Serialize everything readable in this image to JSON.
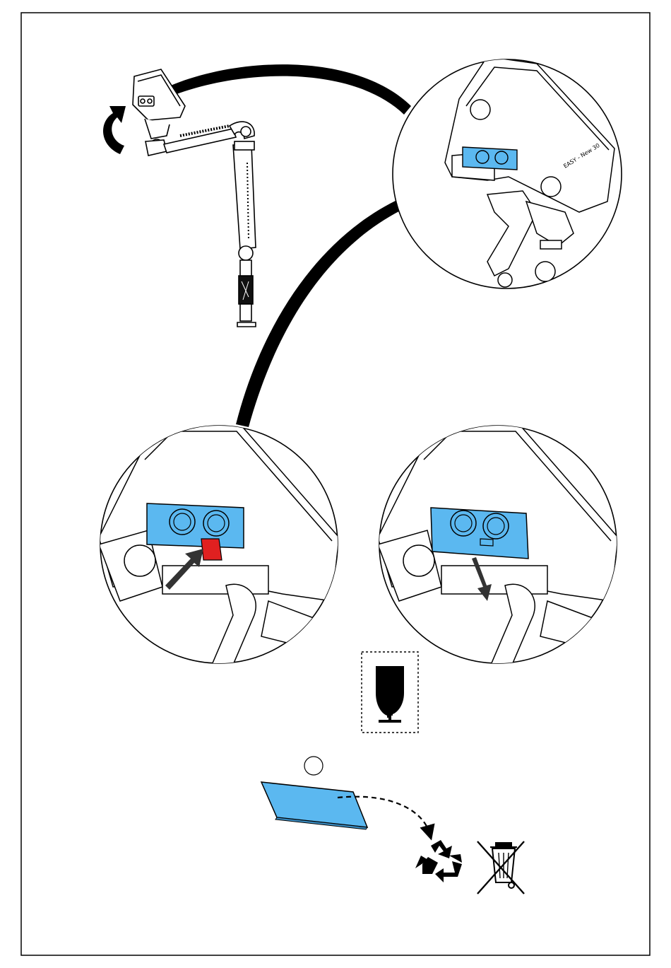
{
  "figure": {
    "panels": [
      {
        "id": "overview",
        "description_word": "lamp-arm"
      },
      {
        "id": "zoom-head"
      },
      {
        "id": "zoom-press-tab"
      },
      {
        "id": "zoom-pull-cover"
      }
    ],
    "device_label": "EASY - New 30",
    "symbols": [
      "rotate-arrow-icon",
      "fragile-glass-icon",
      "recycle-icon",
      "crossed-bin-icon"
    ],
    "colors": {
      "ink": "#000000",
      "cover_blue": "#5bb8f0",
      "tab_red": "#e02020",
      "paper": "#ffffff",
      "gray_arrow": "#333333"
    }
  }
}
